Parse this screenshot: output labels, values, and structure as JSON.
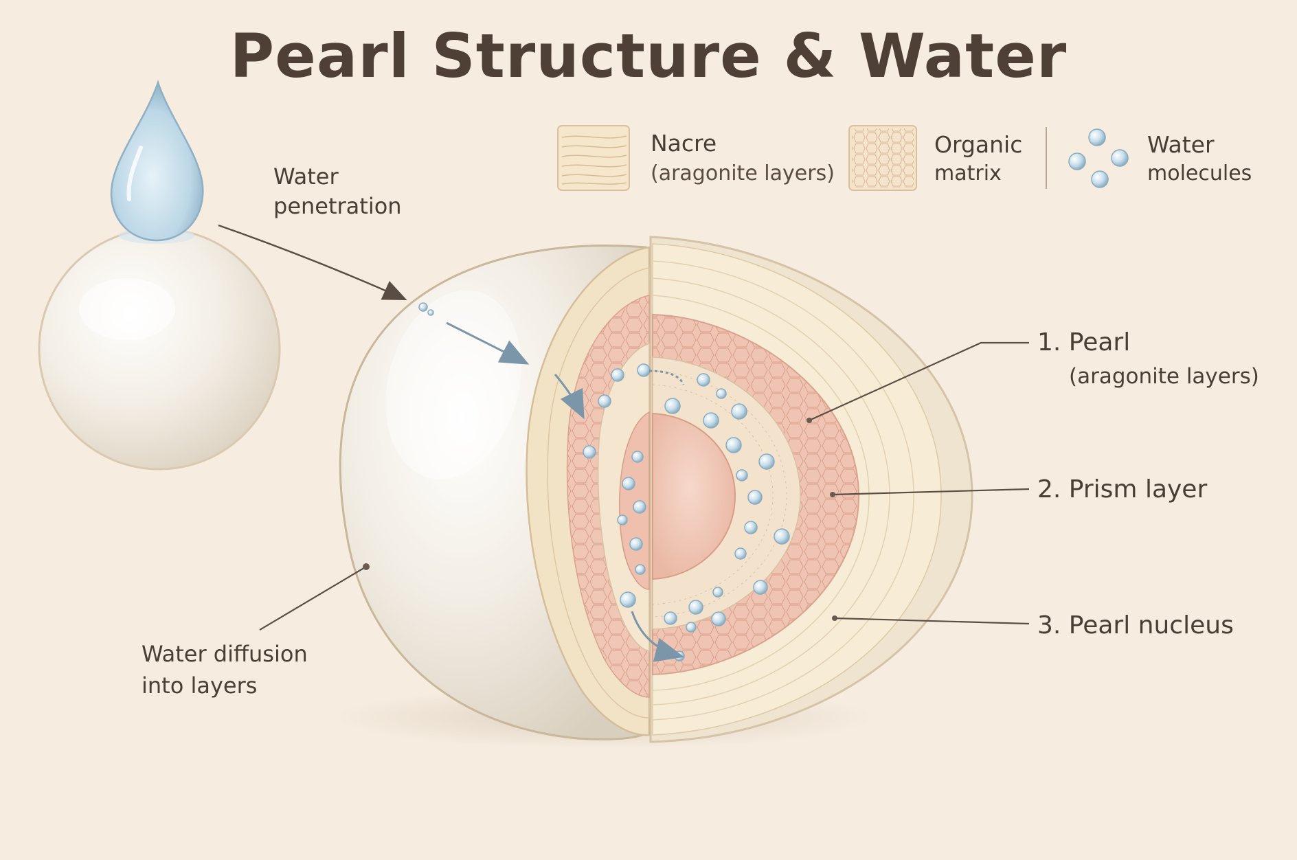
{
  "title": "Pearl Structure & Water",
  "legend": {
    "nacre": {
      "label": "Nacre",
      "sub": "(aragonite layers)"
    },
    "organic": {
      "label": "Organic",
      "sub": "matrix"
    },
    "water": {
      "label": "Water",
      "sub": "molecules"
    }
  },
  "annotations": {
    "penetration": {
      "line1": "Water",
      "line2": "penetration"
    },
    "diffusion": {
      "line1": "Water diffusion",
      "line2": "into layers"
    }
  },
  "callouts": [
    {
      "label": "1. Pearl",
      "sub": "(aragonite layers)"
    },
    {
      "label": "2. Prism layer",
      "sub": ""
    },
    {
      "label": "3. Pearl nucleus",
      "sub": ""
    }
  ],
  "colors": {
    "background": "#f6ecdf",
    "pearl": "#f4efe6",
    "nacre": "#f3e3c6",
    "prism": "#eebfae",
    "nucleus": "#f0c4b2",
    "water": "#b9d6e6",
    "arrow": "#7b96a8",
    "leader": "#5a4d43"
  }
}
